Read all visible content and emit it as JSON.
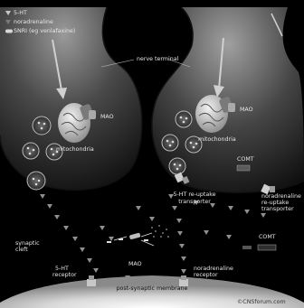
{
  "legend": {
    "items": [
      {
        "label": "5-HT",
        "icon": "serotonin-triangle-icon"
      },
      {
        "label": "noradrenaline",
        "icon": "noradrenaline-triangle-icon"
      },
      {
        "label": "SNRI (eg venlafaxine)",
        "icon": "snri-capsule-icon"
      }
    ]
  },
  "labels": {
    "nerve_terminal": "nerve terminal",
    "mao_left": "MAO",
    "mao_right": "MAO",
    "mao_cleft": "MAO",
    "mitochondria_left": "mitochondria",
    "mitochondria_right": "mitochondria",
    "comt_upper": "COMT",
    "comt_lower": "COMT",
    "ht_transporter_l1": "5-HT re-uptake",
    "ht_transporter_l2": "transporter",
    "na_transporter_l1": "noradrenaline",
    "na_transporter_l2": "re-uptake",
    "na_transporter_l3": "transporter",
    "synaptic_cleft_l1": "synaptic",
    "synaptic_cleft_l2": "cleft",
    "ht_receptor_l1": "5-HT",
    "ht_receptor_l2": "receptor",
    "na_receptor_l1": "noradrenaline",
    "na_receptor_l2": "receptor",
    "post_synaptic": "post-synaptic membrane",
    "watermark": "©CNSforum.com"
  },
  "colors": {
    "background": "#000000",
    "terminal_light": "#8a8a8a",
    "terminal_dark": "#1a1a1a",
    "text": "#e6e6e6"
  }
}
